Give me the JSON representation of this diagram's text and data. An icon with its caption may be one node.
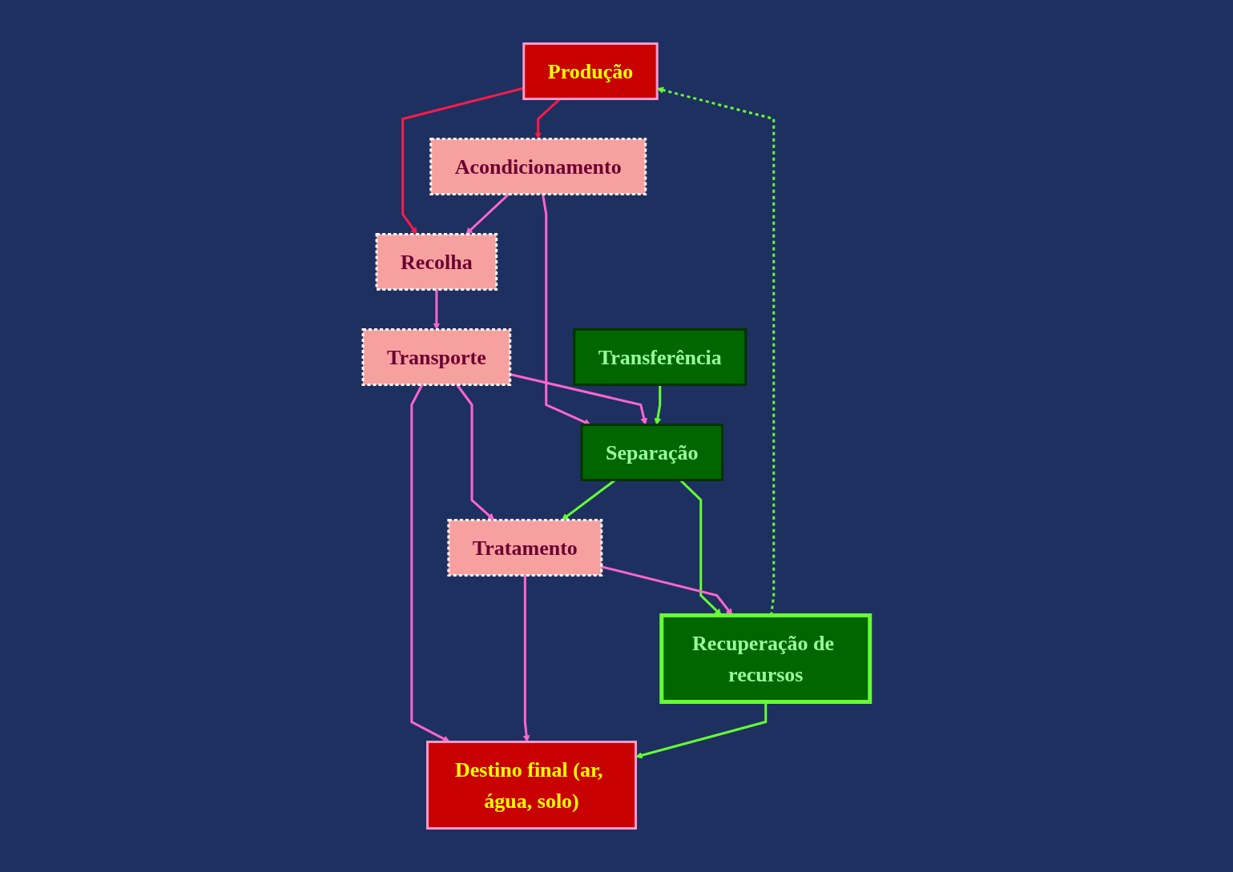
{
  "diagram": {
    "nodes": [
      {
        "text": [
          "Produção"
        ]
      },
      {
        "text": [
          "Acondicionamento"
        ]
      },
      {
        "text": [
          "Recolha"
        ]
      },
      {
        "text": [
          "Transporte"
        ]
      },
      {
        "text": [
          "Transferência"
        ]
      },
      {
        "text": [
          "Separação"
        ]
      },
      {
        "text": [
          "Tratamento"
        ]
      },
      {
        "text": [
          "Recuperação de recursos"
        ]
      },
      {
        "text": [
          "Destino final (ar, água, solo)"
        ]
      }
    ],
    "edges": [
      {
        "from": 0,
        "to": 1,
        "arrow": "to",
        "color": "#ff1a4a"
      },
      {
        "from": 0,
        "to": 2,
        "arrow": "to",
        "color": "#ff1a4a"
      },
      {
        "from": 1,
        "to": 2,
        "arrow": "to"
      },
      {
        "from": 2,
        "to": 3,
        "arrow": "to"
      },
      {
        "from": 1,
        "to": 5,
        "arrow": "to"
      },
      {
        "from": 3,
        "to": 5,
        "arrow": "to"
      },
      {
        "from": 3,
        "to": 6,
        "arrow": "to"
      },
      {
        "from": 3,
        "to": 8,
        "arrow": "to"
      },
      {
        "from": 4,
        "to": 5,
        "arrow": "to",
        "color": "#66ff33"
      },
      {
        "from": 5,
        "to": 6,
        "arrow": "to",
        "color": "#66ff33"
      },
      {
        "from": 5,
        "to": 7,
        "arrow": "to",
        "color": "#66ff33"
      },
      {
        "from": 6,
        "to": 7,
        "arrow": "to"
      },
      {
        "from": 6,
        "to": 8,
        "arrow": "to"
      },
      {
        "from": 7,
        "to": 8,
        "arrow": "to",
        "color": "#66ff33"
      },
      {
        "from": 7,
        "to": 0,
        "arrow": "to",
        "style": "dashed",
        "color": "#66ff33"
      }
    ]
  }
}
